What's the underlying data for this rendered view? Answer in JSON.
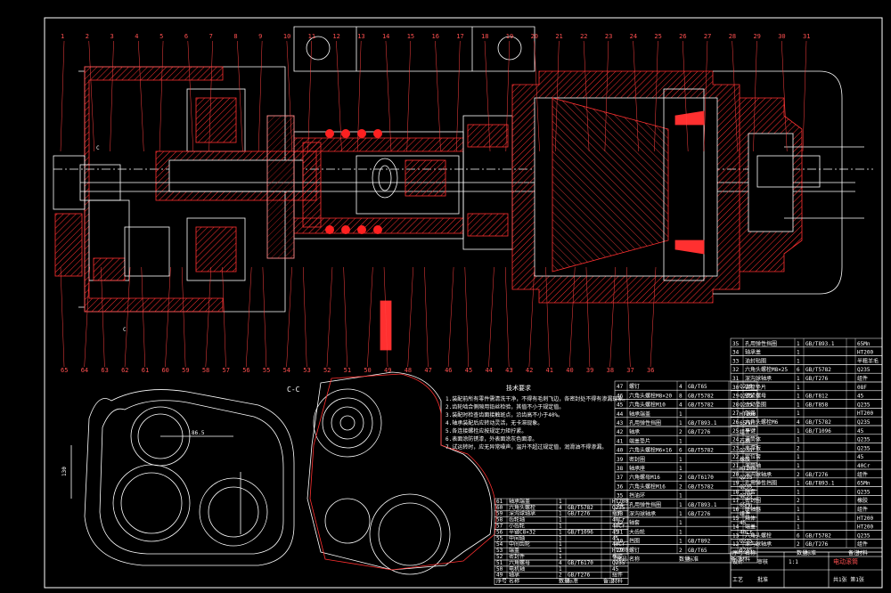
{
  "view_label": "C-C",
  "top_labels": [
    "1",
    "2",
    "3",
    "4",
    "5",
    "6",
    "7",
    "8",
    "9",
    "10",
    "11",
    "12",
    "13",
    "14",
    "15",
    "16",
    "17",
    "18",
    "19",
    "20",
    "21",
    "22",
    "23",
    "24",
    "25",
    "26",
    "27",
    "28",
    "29",
    "30",
    "31"
  ],
  "bottom_labels": [
    "65",
    "64",
    "63",
    "62",
    "61",
    "60",
    "59",
    "58",
    "57",
    "56",
    "55",
    "54",
    "53",
    "52",
    "51",
    "50",
    "49",
    "48",
    "47",
    "46",
    "45",
    "44",
    "43",
    "42",
    "41",
    "40",
    "39",
    "38",
    "37",
    "36"
  ],
  "section_marks": [
    "C",
    "C"
  ],
  "notes": {
    "title": "技术要求",
    "lines": [
      "1.装配前所有零件需清洗干净，不得有毛刺飞边，各密封处不得有渗漏现象。",
      "2.齿轮啮合侧隙用铅丝检验，其值不小于规定值。",
      "3.装配时检查齿面接触斑点，沿齿高不小于40%。",
      "4.轴承装配后应转动灵活，无卡滞现象。",
      "5.各连接螺栓应按规定力矩拧紧。",
      "6.表面涂防锈漆，外表面涂灰色面漆。",
      "7.试运转时，应无异常噪声，温升不超过规定值，润滑油不得渗漏。"
    ]
  },
  "parts_right": [
    [
      "35",
      "孔用弹性挡圈",
      "1",
      "GB/T893.1",
      "",
      "65Mn"
    ],
    [
      "34",
      "轴承盖",
      "1",
      "",
      "",
      "HT200"
    ],
    [
      "33",
      "油封毡圈",
      "1",
      "",
      "",
      "半粗羊毛"
    ],
    [
      "32",
      "六角头螺栓M8×25",
      "6",
      "GB/T5782",
      "",
      "Q235"
    ],
    [
      "31",
      "深沟球轴承",
      "1",
      "GB/T276",
      "",
      "组件"
    ],
    [
      "30",
      "调整垫片",
      "1",
      "",
      "",
      "08F"
    ],
    [
      "29",
      "锁紧螺母",
      "1",
      "GB/T812",
      "",
      "45"
    ],
    [
      "28",
      "止动垫圈",
      "1",
      "GB/T858",
      "",
      "Q235"
    ],
    [
      "27",
      "端盖",
      "1",
      "",
      "",
      "HT200"
    ],
    [
      "26",
      "六角头螺栓M6",
      "4",
      "GB/T5782",
      "",
      "Q235"
    ],
    [
      "25",
      "平键",
      "1",
      "GB/T1096",
      "",
      "45"
    ],
    [
      "24",
      "滚筒体",
      "1",
      "",
      "",
      "Q235"
    ],
    [
      "23",
      "支撑板",
      "2",
      "",
      "",
      "Q235"
    ],
    [
      "22",
      "定位套",
      "1",
      "",
      "",
      "45"
    ],
    [
      "21",
      "滚筒轴",
      "1",
      "",
      "",
      "40Cr"
    ],
    [
      "20",
      "深沟球轴承",
      "2",
      "GB/T276",
      "",
      "组件"
    ],
    [
      "19",
      "孔用弹性挡圈",
      "1",
      "GB/T893.1",
      "",
      "65Mn"
    ],
    [
      "18",
      "隔套",
      "1",
      "",
      "",
      "Q235"
    ],
    [
      "17",
      "密封圈",
      "2",
      "",
      "",
      "橡胶"
    ],
    [
      "16",
      "联轴器",
      "1",
      "",
      "",
      "组件"
    ],
    [
      "15",
      "箱体",
      "1",
      "",
      "",
      "HT200"
    ],
    [
      "14",
      "端盖",
      "1",
      "",
      "",
      "HT200"
    ],
    [
      "13",
      "六角头螺栓",
      "6",
      "GB/T5782",
      "",
      "Q235"
    ],
    [
      "12",
      "深沟球轴承",
      "2",
      "GB/T276",
      "",
      "组件"
    ]
  ],
  "parts_middle": [
    [
      "47",
      "螺钉",
      "4",
      "GB/T65",
      "",
      "Q235"
    ],
    [
      "46",
      "六角头螺栓M8×20",
      "8",
      "GB/T5782",
      "",
      "Q235"
    ],
    [
      "45",
      "六角头螺栓M10",
      "4",
      "GB/T5782",
      "",
      "Q235"
    ],
    [
      "44",
      "轴承端盖",
      "1",
      "",
      "",
      "HT200"
    ],
    [
      "43",
      "孔用弹性挡圈",
      "1",
      "GB/T893.1",
      "",
      "65Mn"
    ],
    [
      "42",
      "轴承",
      "2",
      "GB/T276",
      "",
      "组件"
    ],
    [
      "41",
      "端盖垫片",
      "1",
      "",
      "",
      "石棉"
    ],
    [
      "40",
      "六角头螺栓M6×16",
      "6",
      "GB/T5782",
      "",
      "Q235"
    ],
    [
      "39",
      "密封圈",
      "1",
      "",
      "",
      "橡胶"
    ],
    [
      "38",
      "轴承座",
      "1",
      "",
      "",
      "HT200"
    ],
    [
      "37",
      "六角螺母M16",
      "2",
      "GB/T6170",
      "",
      "Q235"
    ],
    [
      "36",
      "六角头螺栓M16",
      "2",
      "GB/T5782",
      "",
      "Q235"
    ],
    [
      "35",
      "挡油环",
      "1",
      "",
      "",
      "Q235"
    ],
    [
      "34",
      "孔用弹性挡圈",
      "1",
      "GB/T893.1",
      "",
      "65Mn"
    ],
    [
      "33",
      "深沟球轴承",
      "1",
      "GB/T276",
      "",
      "组件"
    ],
    [
      "32",
      "轴套",
      "1",
      "",
      "",
      "45"
    ],
    [
      "31",
      "大齿轮",
      "1",
      "",
      "",
      "40Cr"
    ],
    [
      "30",
      "挡圈",
      "1",
      "GB/T892",
      "",
      "Q235"
    ],
    [
      "29",
      "螺钉",
      "2",
      "GB/T65",
      "",
      "Q235"
    ]
  ],
  "parts_left": [
    [
      "61",
      "轴承端盖",
      "1",
      "",
      "",
      "HT200"
    ],
    [
      "60",
      "六角头螺栓",
      "4",
      "GB/T5782",
      "",
      "Q235"
    ],
    [
      "59",
      "深沟球轴承",
      "1",
      "GB/T276",
      "",
      "组件"
    ],
    [
      "58",
      "齿轮轴",
      "1",
      "",
      "",
      "40Cr"
    ],
    [
      "57",
      "小齿轮",
      "1",
      "",
      "",
      "40Cr"
    ],
    [
      "56",
      "平键C8×32",
      "1",
      "GB/T1096",
      "",
      "45"
    ],
    [
      "55",
      "中间轴",
      "1",
      "",
      "",
      "45"
    ],
    [
      "54",
      "中间齿轮",
      "1",
      "",
      "",
      "40Cr"
    ],
    [
      "53",
      "端盖",
      "1",
      "",
      "",
      "HT200"
    ],
    [
      "52",
      "密封件",
      "1",
      "",
      "",
      "橡胶"
    ],
    [
      "51",
      "六角螺母",
      "4",
      "GB/T6170",
      "",
      "Q235"
    ],
    [
      "50",
      "电机轴",
      "1",
      "",
      "",
      "45"
    ],
    [
      "49",
      "轴承",
      "2",
      "GB/T276",
      "",
      "组件"
    ]
  ],
  "table_header": [
    "序号",
    "名称",
    "数量",
    "标准",
    "备注",
    "材料"
  ],
  "title_block": {
    "name": "电动滚筒",
    "scale": "1:1",
    "sheet": "共1张 第1张",
    "roles": [
      "设计",
      "审核",
      "工艺",
      "批准"
    ]
  },
  "colors": {
    "line": "#ffffff",
    "part": "#ff2020",
    "hatch": "#ff3030",
    "bg": "#000000"
  }
}
